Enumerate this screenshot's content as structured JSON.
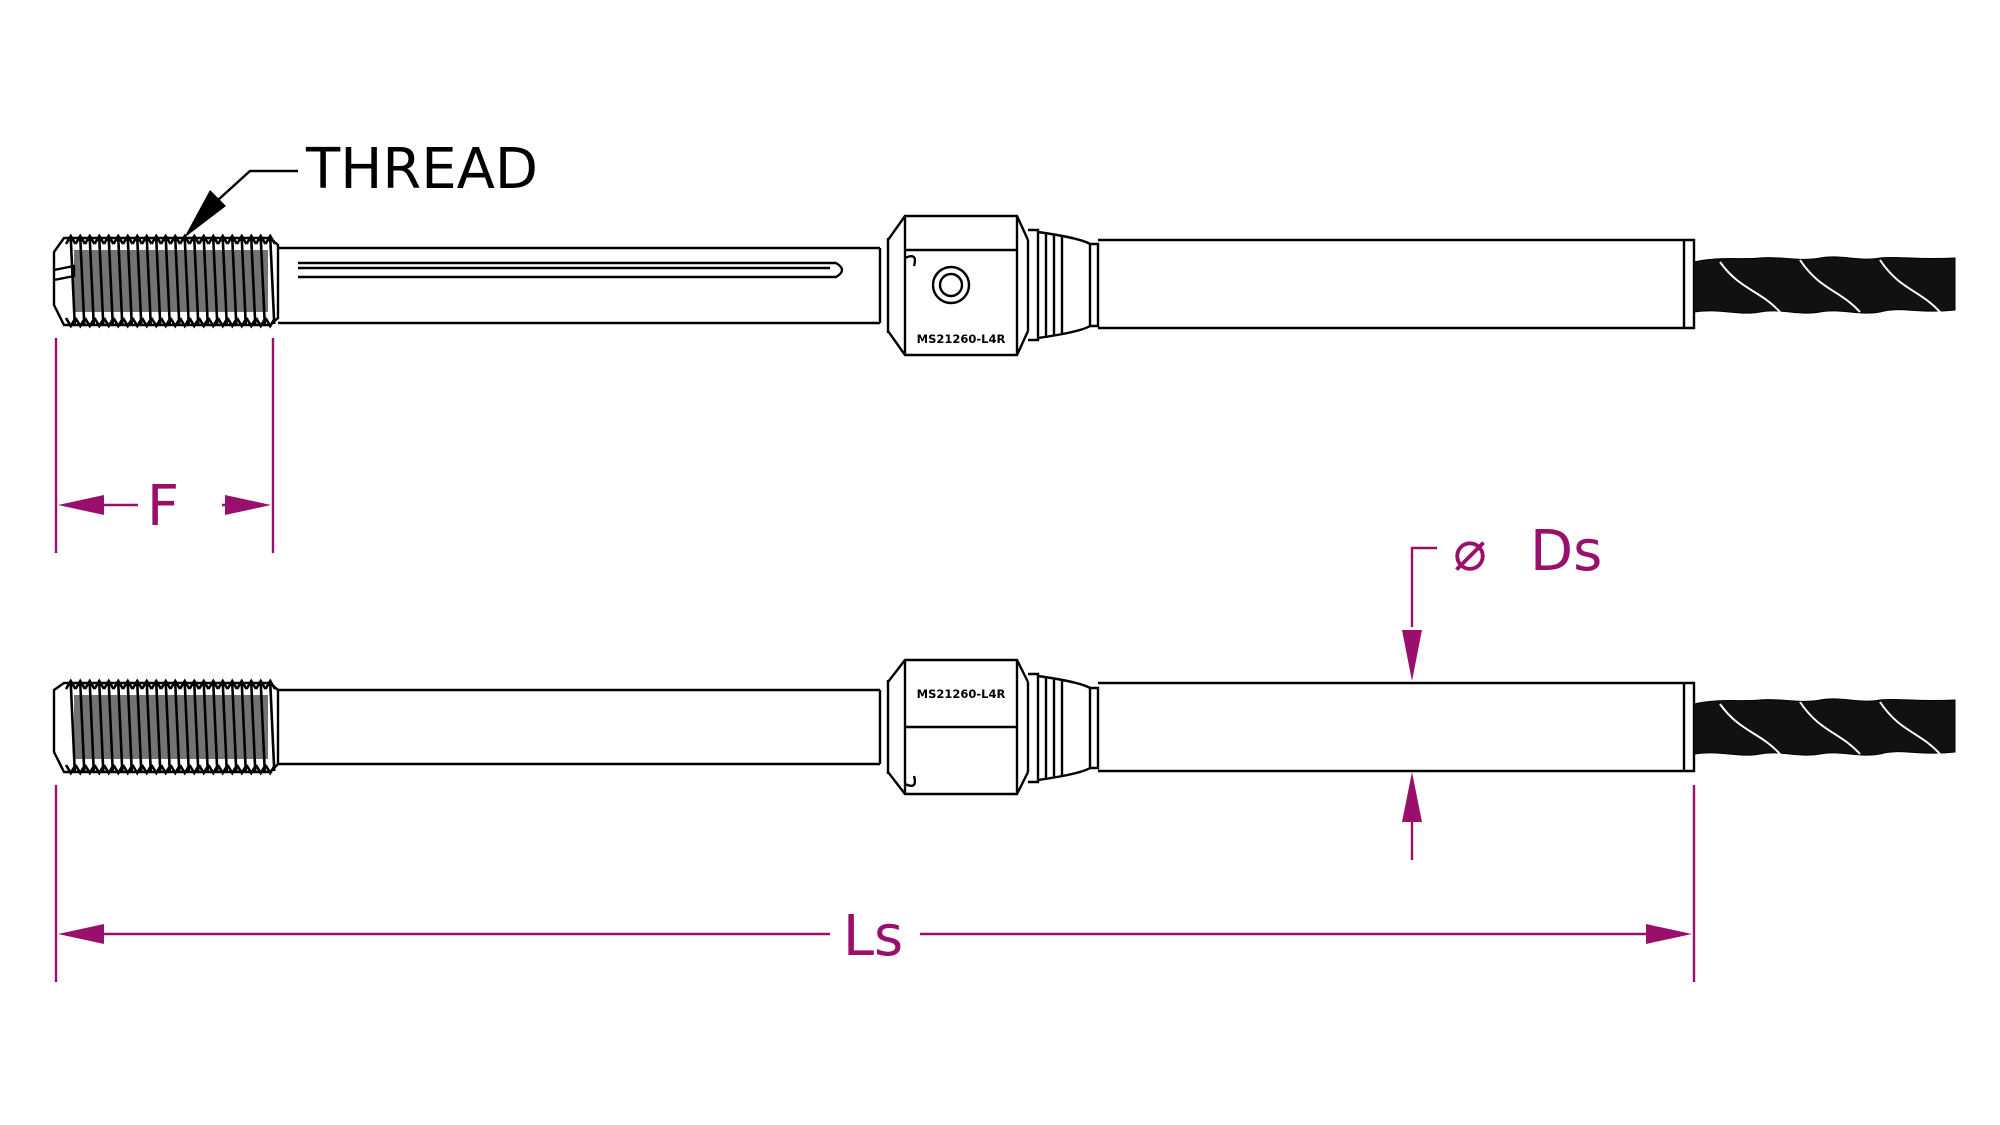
{
  "colors": {
    "accent": "#9a0f6b",
    "ink": "#000000"
  },
  "labels": {
    "thread": "THREAD",
    "f": "F",
    "ls": "Ls",
    "ds_symbol": "⌀",
    "ds": "Ds",
    "part_number_top": "MS21260-L4R",
    "part_number_bottom": "MS21260-L4R"
  }
}
